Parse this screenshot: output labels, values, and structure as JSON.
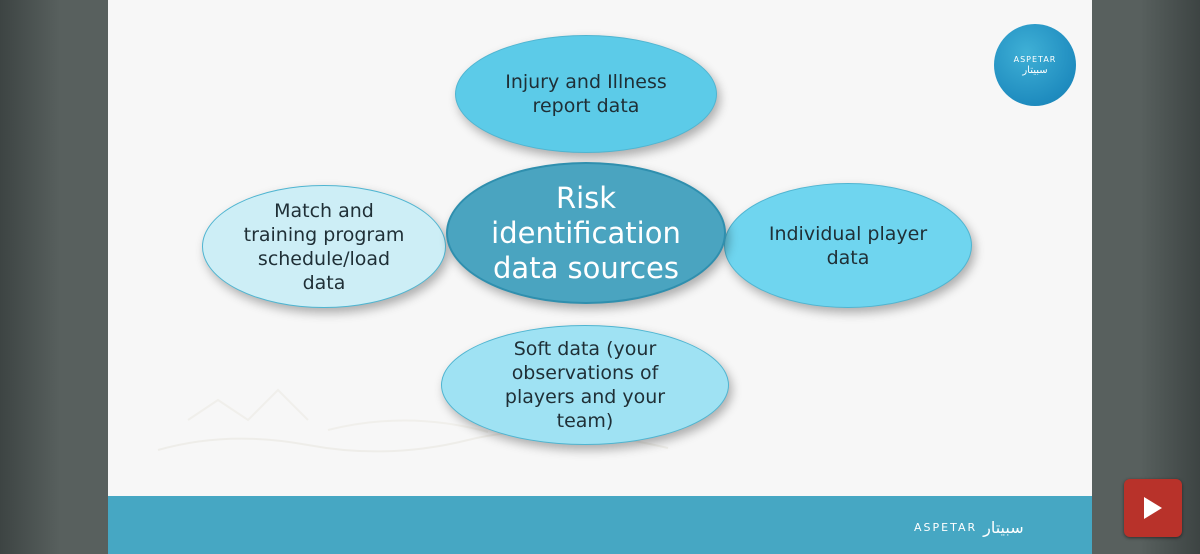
{
  "diagram": {
    "center": "Risk\nidentification\ndata sources",
    "top": "Injury and Illness\nreport data",
    "left": "Match and\ntraining program\nschedule/load\ndata",
    "right": "Individual player\ndata",
    "bottom": "Soft data (your\nobservations of\nplayers and your\nteam)"
  },
  "branding": {
    "logo_latin": "ASPETAR",
    "logo_arabic": "سبيتار"
  },
  "icons": {
    "play": "play-icon"
  },
  "colors": {
    "center": "#4aa4c0",
    "top": "#5ccbe8",
    "left": "#cdeef6",
    "right": "#6fd5ef",
    "bottom": "#9fe2f3",
    "footer": "#46a7c3",
    "play_button": "#b8322a"
  }
}
